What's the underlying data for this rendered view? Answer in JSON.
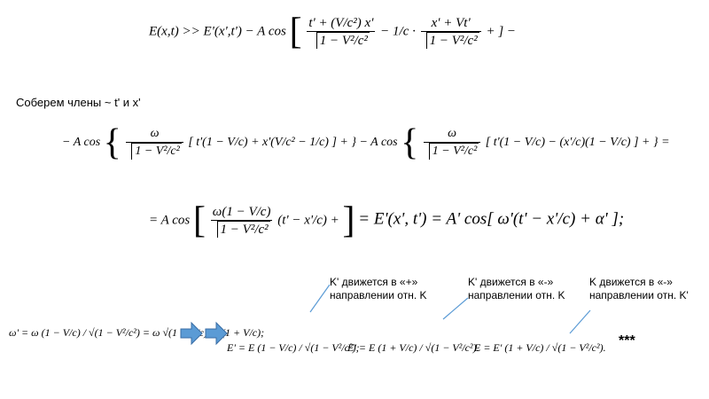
{
  "line1": {
    "lhs": "E(x,t) >> E'(x',t') − A cos",
    "frac1_num": "t' + (V/c²) x'",
    "frac1_den": "1 − V²/c²",
    "minus": "−",
    "frac2_pre": "1/c ·",
    "frac2_num": "x' + Vt'",
    "frac2_den": "1 − V²/c²",
    "tail": "+ ] −"
  },
  "collect_label": "Соберем члены ~ t' и x'",
  "line2": {
    "lead": "− A cos",
    "omega_frac_num": "ω",
    "omega_frac_den": "1 − V²/c²",
    "bracket1": "[ t'(1 − V/c) + x'(V/c² − 1/c) ] + }",
    "mid": "− A cos",
    "bracket2": "[ t'(1 − V/c) − (x'/c)(1 − V/c) ] + }",
    "eq": "="
  },
  "line3": {
    "lead": "= A cos",
    "num": "ω(1 − V/c)",
    "den": "1 − V²/c²",
    "inside": "(t' − x'/c) +",
    "rhs": "= E'(x', t') = A' cos[ ω'(t' − x'/c) + α' ];"
  },
  "notes": {
    "plus": "K' движется в «+» направлении отн. K",
    "minus1": "K' движется в «-» направлении отн. K",
    "minus2": "K движется в «-» направлении отн. K'"
  },
  "formulas": {
    "omega": "ω' = ω (1 − V/c) / √(1 − V²/c²) = ω √(1 − V/c) / √(1 + V/c);",
    "e1": "E' = E (1 − V/c) / √(1 − V²/c²);",
    "e2": "E' = E (1 + V/c) / √(1 − V²/c²).",
    "e3": "E = E' (1 + V/c) / √(1 − V²/c²)."
  },
  "stars": "***",
  "colors": {
    "arrow": "#5b9bd5",
    "arrow_border": "#3a6ea5",
    "note_line": "#5b9bd5"
  }
}
